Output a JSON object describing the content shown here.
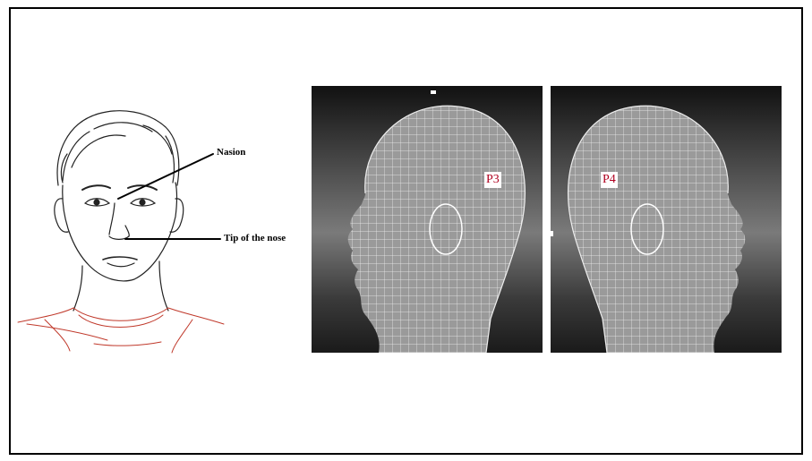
{
  "labels": {
    "nasion": "Nasion",
    "tip_of_nose": "Tip of the nose"
  },
  "point_tags": {
    "p3": "P3",
    "p4": "P4"
  },
  "colors": {
    "background": "#ffffff",
    "frame": "#000000",
    "sketch_line": "#222222",
    "shirt_line": "#c0392b",
    "mesh_bg_dark": "#151515",
    "mesh_bg_mid": "#7a7a7a",
    "mesh_head": "#d9d9d9",
    "tag_text": "#b00020"
  },
  "icons": {
    "face": "face-sketch",
    "head_left": "wireframe-head-profile-left",
    "head_right": "wireframe-head-profile-right"
  }
}
